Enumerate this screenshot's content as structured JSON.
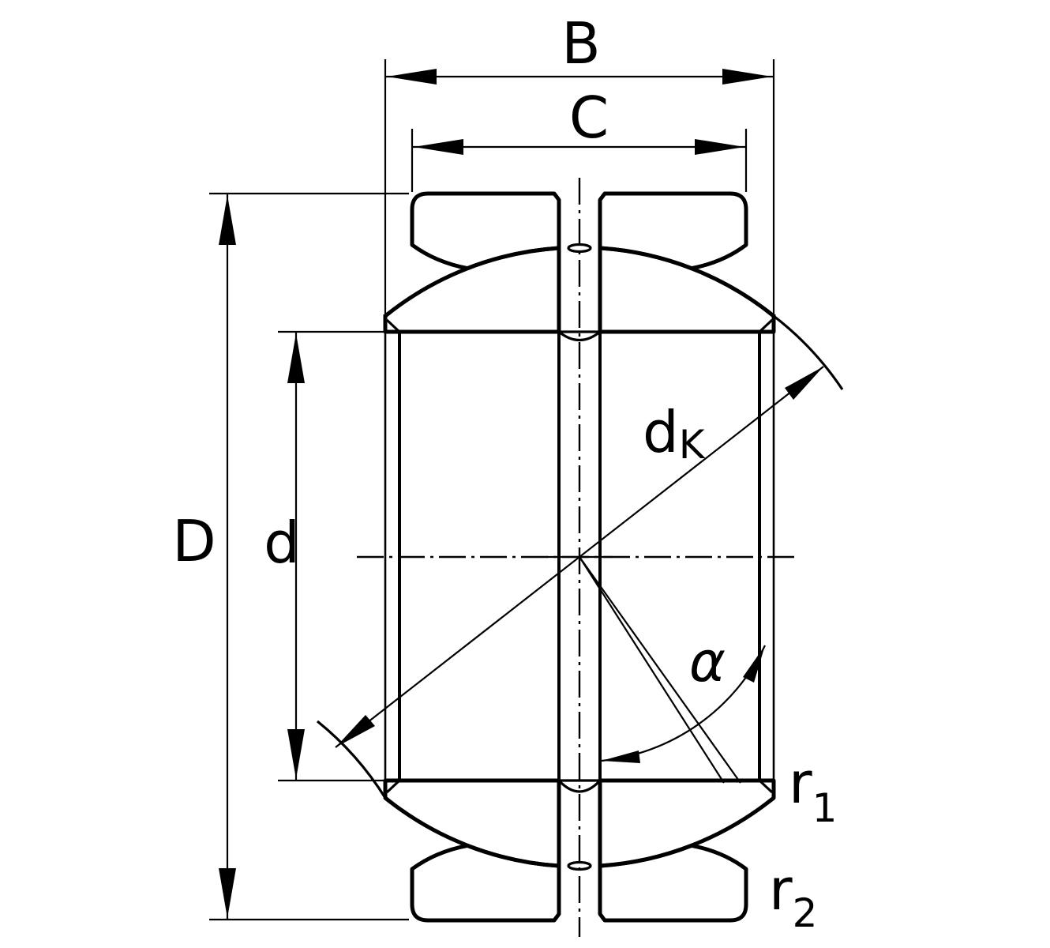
{
  "colors": {
    "line": "#000000",
    "background": "#ffffff"
  },
  "diagram": {
    "labels": {
      "inner_ring_width": "B",
      "outer_ring_width": "C",
      "outer_diameter": "D",
      "bore_diameter": "d",
      "sphere_diameter_main": "d",
      "sphere_diameter_sub": "K",
      "tilt_angle": "α",
      "chamfer_r1_main": "r",
      "chamfer_r1_sub": "1",
      "chamfer_r2_main": "r",
      "chamfer_r2_sub": "2"
    }
  }
}
